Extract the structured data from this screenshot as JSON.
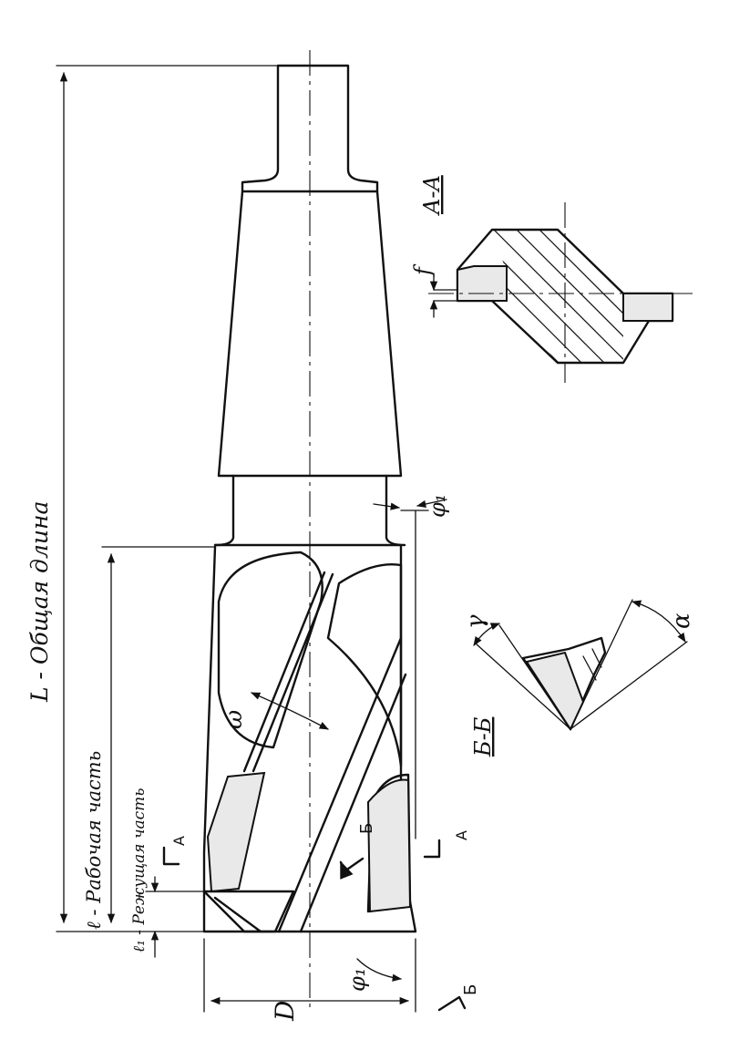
{
  "labels": {
    "total_length": "L - Общая  длина",
    "working_part": "ℓ - Рабочая  часть",
    "cutting_part": "ℓ₁ - Режущая часть",
    "diameter": "D",
    "section_aa": "A-A",
    "section_bb": "Б-Б",
    "helix_angle": "ω",
    "angle_phi1_top": "φ₁",
    "angle_phi1_bottom": "φ₁",
    "angle_gamma": "γ",
    "angle_alpha": "α",
    "land_f": "f",
    "cut_mark_a": "A",
    "cut_mark_a2": "A",
    "cut_mark_b": "Б",
    "cut_mark_b2": "Б"
  },
  "colors": {
    "ink": "#111111",
    "paper": "#ffffff",
    "carbide": "#e9e9e9"
  }
}
